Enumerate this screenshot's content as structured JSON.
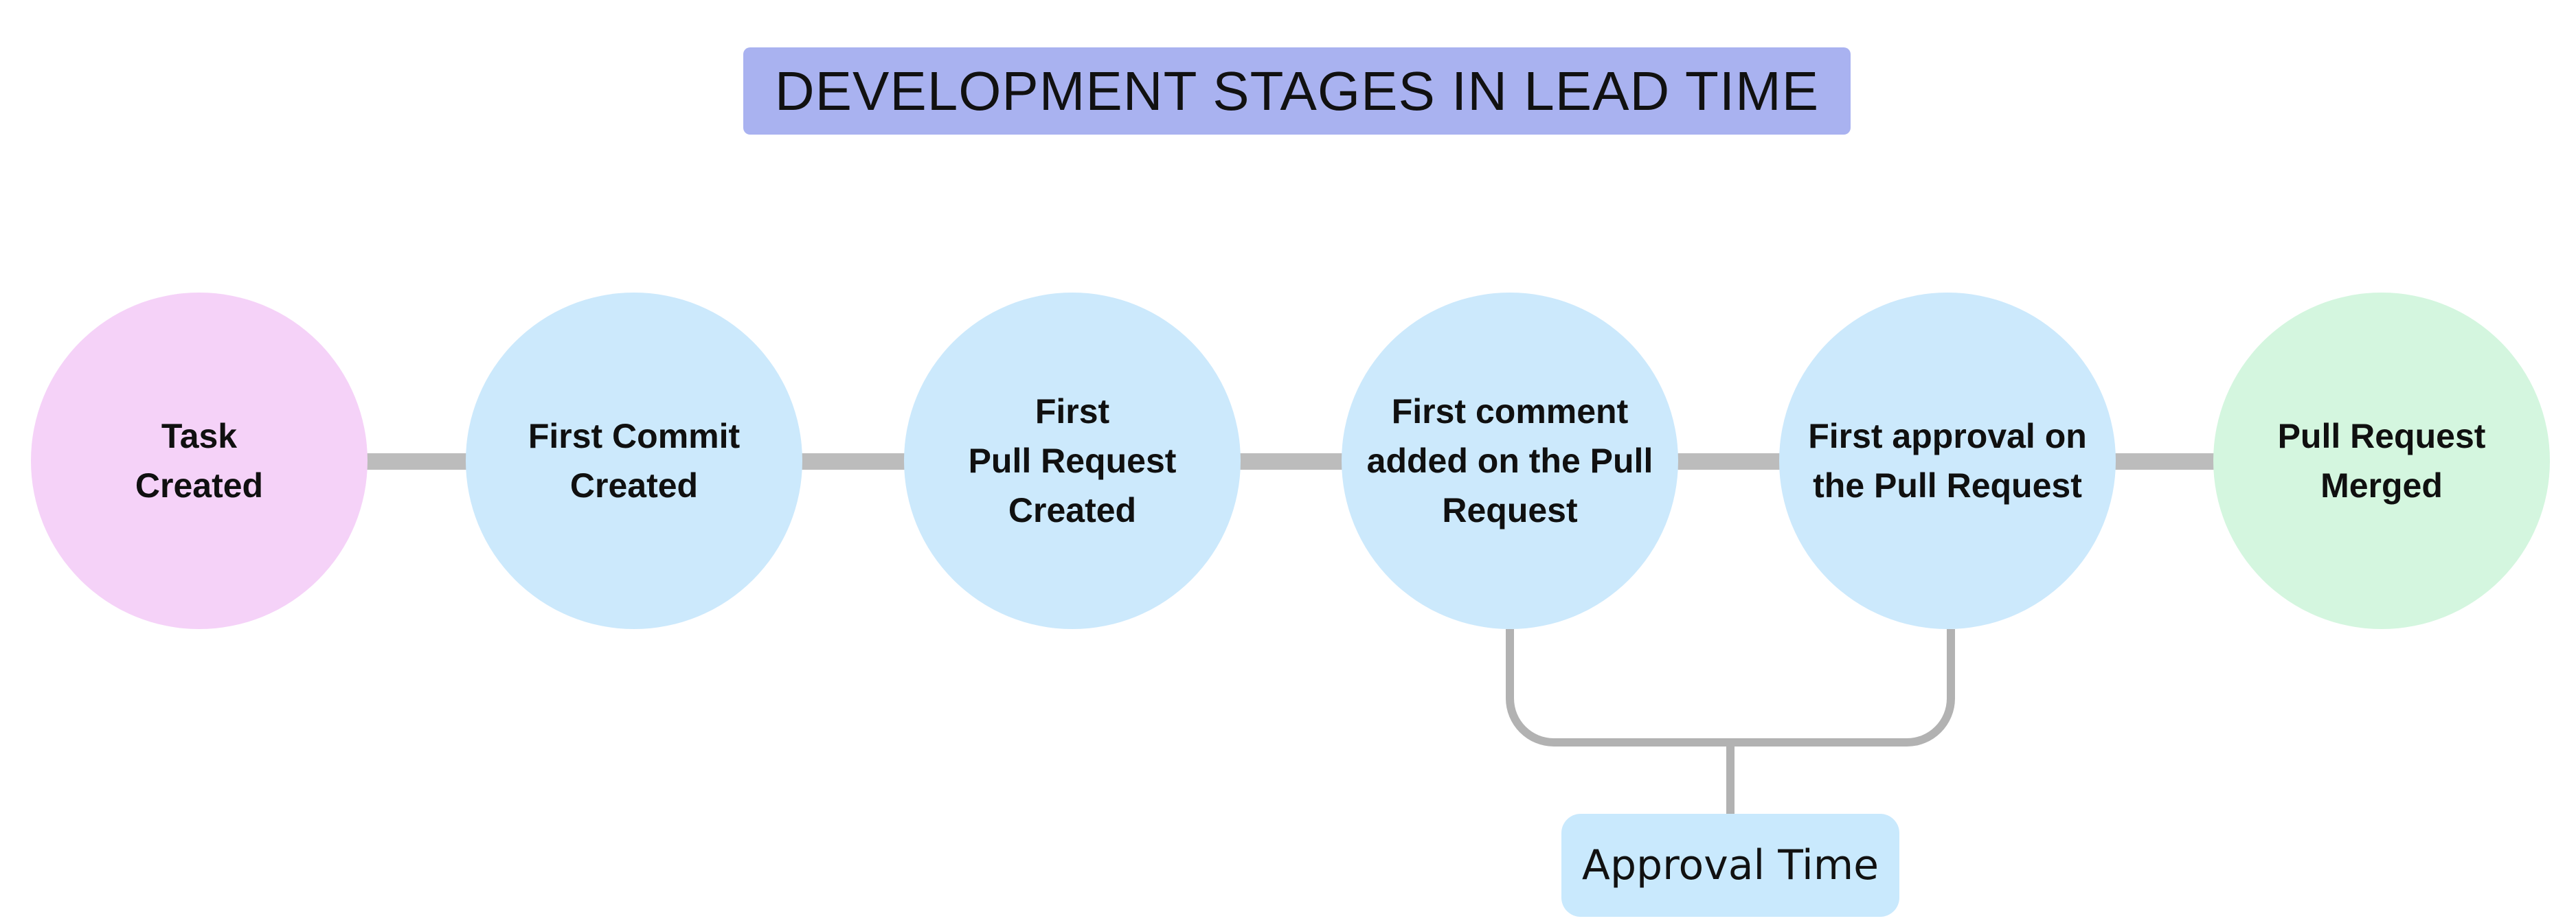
{
  "title": {
    "text": "DEVELOPMENT STAGES IN LEAD TIME",
    "bg": "#a9b2f0"
  },
  "stages": [
    {
      "label": "Task\nCreated",
      "color": "#f5d2f8"
    },
    {
      "label": "First Commit\nCreated",
      "color": "#cce9fc"
    },
    {
      "label": "First\nPull Request\nCreated",
      "color": "#cce9fc"
    },
    {
      "label": "First comment\nadded on the Pull\nRequest",
      "color": "#cce9fc"
    },
    {
      "label": "First approval on\nthe Pull Request",
      "color": "#cce9fc"
    },
    {
      "label": "Pull Request\nMerged",
      "color": "#d4f6df"
    }
  ],
  "annotation": {
    "label": "Approval Time",
    "bg": "#c9e9fd"
  },
  "colors": {
    "connector": "#bcbcbc",
    "bracket": "#b2b2b2",
    "text": "#111111",
    "background": "#ffffff"
  }
}
